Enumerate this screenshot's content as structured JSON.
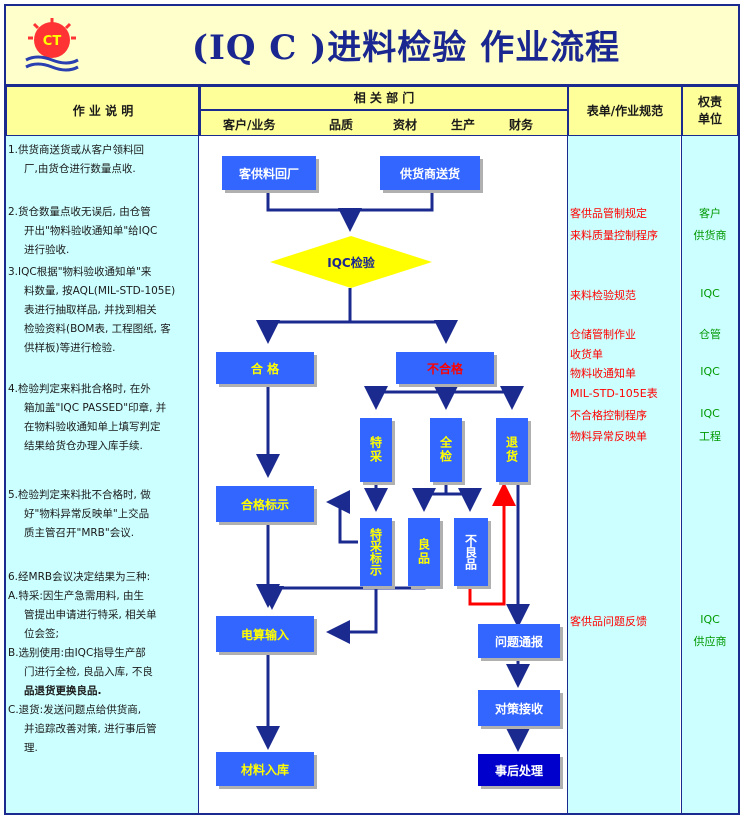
{
  "title": "(IQ C )进料检验   作业流程",
  "logo_text": "CT",
  "headers": {
    "description": "作  业  说  明",
    "departments": "相     关     部     门",
    "dept_list": [
      "客户/业务",
      "品质",
      "资材",
      "生产",
      "财务"
    ],
    "forms": "表单/作业规范",
    "responsible": "权责\n单位"
  },
  "descriptions": [
    "1.供货商送货或从客户领料回",
    "厂,由货仓进行数量点收.",
    "2.货仓数量点收无误后, 由仓管",
    "开出\"物料验收通知单\"给IQC",
    "进行验收.",
    "3.IQC根据\"物料验收通知单\"来",
    "料数量, 按AQL(MIL-STD-105E)",
    "表进行抽取样品, 并找到相关",
    "检验资料(BOM表, 工程图纸, 客",
    "供样板)等进行检验.",
    "4.检验判定来料批合格时, 在外",
    "箱加盖\"IQC PASSED\"印章, 并",
    "在物料验收通知单上填写判定",
    "结果给货仓办理入库手续.",
    "5.检验判定来料批不合格时, 做",
    "好\"物料异常反映单\"上交品",
    "质主管召开\"MRB\"会议.",
    "6.经MRB会议决定结果为三种:",
    "A.特采:因生产急需用料, 由生",
    "管提出申请进行特采, 相关单",
    "位会签;",
    "B.选别使用:由IQC指导生产部",
    "门进行全检, 良品入库, 不良",
    "品退货更换良品.",
    "C.退货:发送问题点给供货商,",
    "并追踪改善对策, 进行事后管",
    "理."
  ],
  "specs": [
    "客供品管制规定",
    "来料质量控制程序",
    "来料检验规范",
    "仓储管制作业",
    "收货单",
    "物料收通知单",
    "MIL-STD-105E表",
    "不合格控制程序",
    "物料异常反映单",
    "客供品问题反馈"
  ],
  "units": [
    "客户",
    "供货商",
    "IQC",
    "仓管",
    "IQC",
    "IQC",
    "工程",
    "IQC",
    "供应商"
  ],
  "flow": {
    "customer_material": "客供料回厂",
    "supplier_delivery": "供货商送货",
    "iqc_inspection": "IQC检验",
    "pass": "合  格",
    "fail": "不合格",
    "special_accept": "特采",
    "full_inspect": "全检",
    "return": "退货",
    "pass_mark": "合格标示",
    "special_mark": "特采标示",
    "good": "良品",
    "defective": "不良品",
    "computer_entry": "电算输入",
    "issue_report": "问题通报",
    "countermeasure": "对策接收",
    "warehouse_in": "材料入库",
    "follow_up": "事后处理"
  }
}
